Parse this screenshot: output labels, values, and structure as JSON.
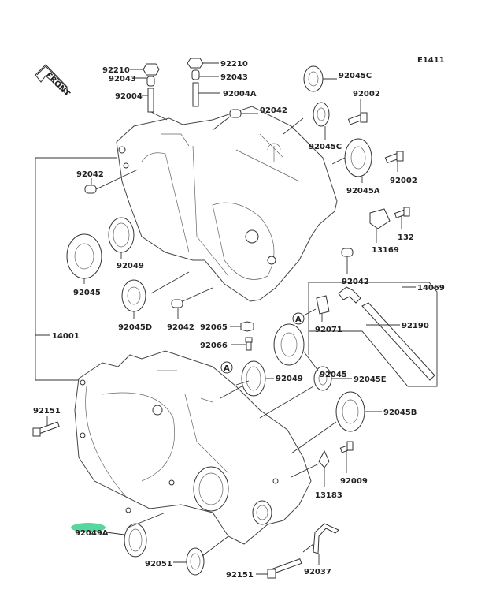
{
  "diagram_code": "E1411",
  "front_arrow": "FRONT",
  "highlight_color": "#3ccf8e",
  "callout_letter": "A",
  "labels": {
    "l92210a": "92210",
    "l92043a": "92043",
    "l92004": "92004",
    "l92210b": "92210",
    "l92043b": "92043",
    "l92004A": "92004A",
    "l92042a": "92042",
    "l92045Ca": "92045C",
    "l92002a": "92002",
    "l92045Cb": "92045C",
    "l92045A": "92045A",
    "l92002b": "92002",
    "l92042b": "92042",
    "l13169": "13169",
    "l132": "132",
    "l92049a": "92049",
    "l92045a": "92045",
    "l92045D": "92045D",
    "l92042c": "92042",
    "l92042d": "92042",
    "l14069": "14069",
    "l92071": "92071",
    "l92190": "92190",
    "l92065": "92065",
    "l92066": "92066",
    "l92045b": "92045",
    "l14001": "14001",
    "l92049b": "92049",
    "l92045E": "92045E",
    "l92151a": "92151",
    "l92045B": "92045B",
    "l92009": "92009",
    "l13183": "13183",
    "l92049A": "92049A",
    "l92051": "92051",
    "l92151b": "92151",
    "l92037": "92037"
  }
}
